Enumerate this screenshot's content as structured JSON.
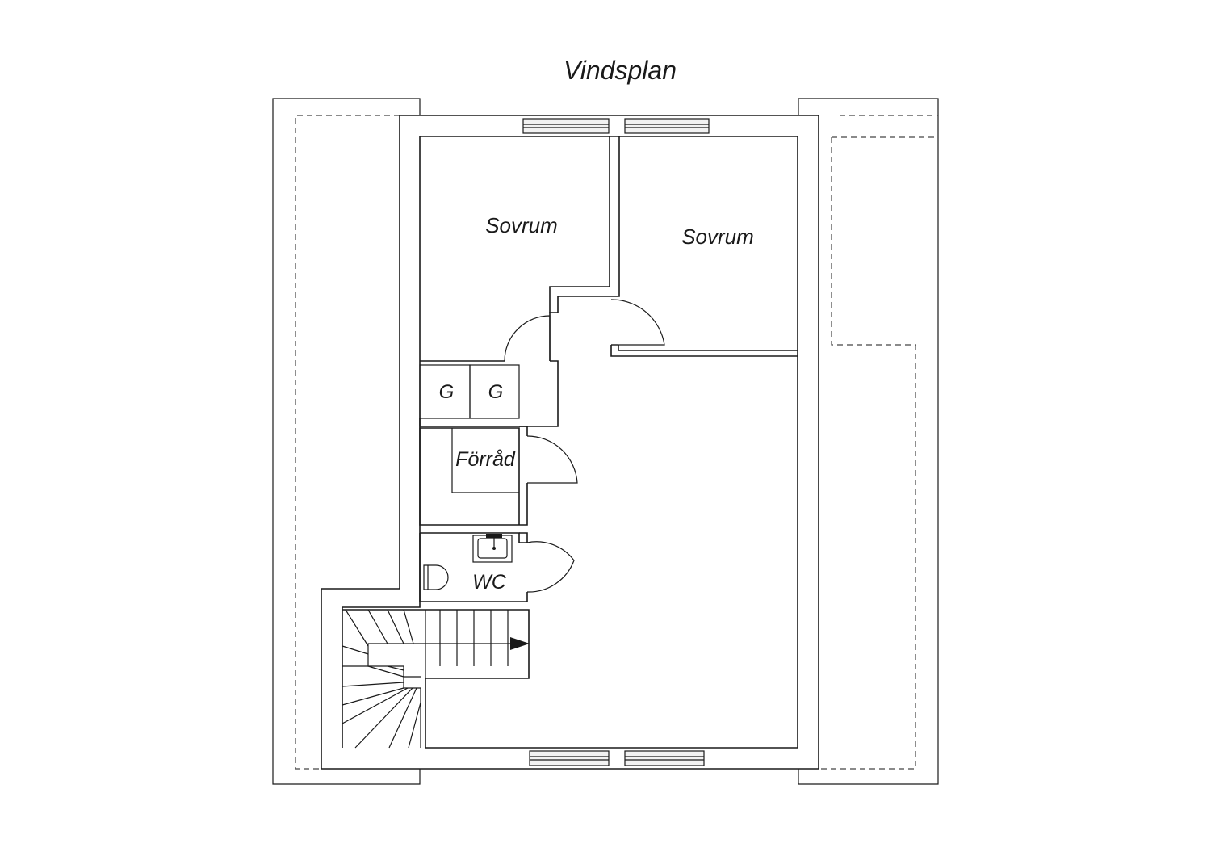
{
  "title": "Vindsplan",
  "rooms": {
    "bedroom_left": "Sovrum",
    "bedroom_right": "Sovrum",
    "wardrobe_1": "G",
    "wardrobe_2": "G",
    "storage": "Förråd",
    "wc": "WC"
  },
  "colors": {
    "line": "#1a1a1a",
    "background": "#ffffff",
    "window_fill": "#f2f2f2"
  }
}
